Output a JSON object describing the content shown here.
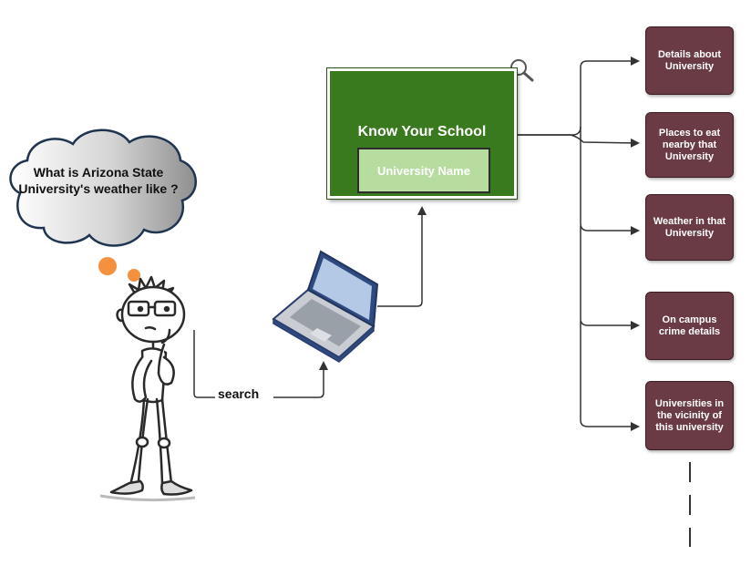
{
  "thought_bubble": {
    "text": "What is Arizona State University's weather like ?"
  },
  "search_label": "search",
  "app": {
    "title": "Know Your School",
    "field_label": "University Name"
  },
  "features": [
    {
      "label": "Details about University"
    },
    {
      "label": "Places to eat nearby that University"
    },
    {
      "label": "Weather in that University"
    },
    {
      "label": "On campus crime details"
    },
    {
      "label": "Universities in the vicinity of this university"
    }
  ],
  "colors": {
    "app_background": "#3a7a1e",
    "field_background": "#b6dc9f",
    "feature_background": "#6b3b45",
    "thought_dots": "#f5913e"
  },
  "icons": [
    "thinking-person-icon",
    "laptop-icon",
    "magnifier-icon",
    "thought-cloud-icon"
  ]
}
